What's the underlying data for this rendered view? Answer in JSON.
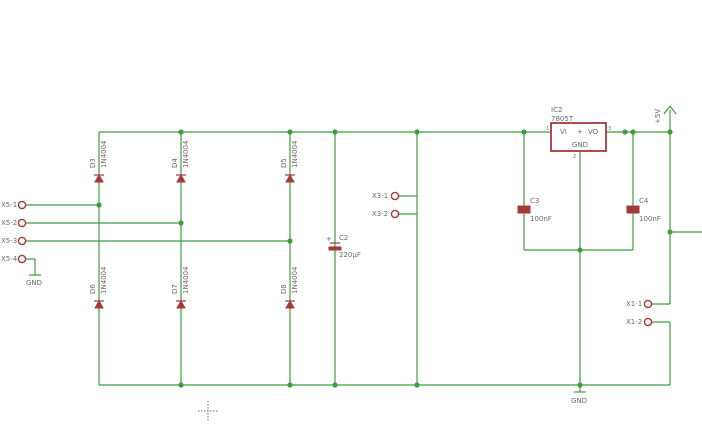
{
  "components": {
    "ic2": {
      "ref": "IC2",
      "value": "7805T",
      "pin_in": "VI",
      "pin_out": "VO",
      "pin_gnd": "GND",
      "pin_left": "1",
      "pin_right": "3",
      "pin_bottom": "2",
      "plus": "+"
    },
    "diodes": [
      {
        "ref": "D3",
        "value": "1N4004"
      },
      {
        "ref": "D4",
        "value": "1N4004"
      },
      {
        "ref": "D5",
        "value": "1N4004"
      },
      {
        "ref": "D6",
        "value": "1N4004"
      },
      {
        "ref": "D7",
        "value": "1N4004"
      },
      {
        "ref": "D8",
        "value": "1N4004"
      }
    ],
    "c2": {
      "ref": "C2",
      "value": "220µF",
      "plus": "+"
    },
    "c3": {
      "ref": "C3",
      "value": "100nF"
    },
    "c4": {
      "ref": "C4",
      "value": "100nF"
    }
  },
  "connectors": {
    "x5": [
      "X5-1",
      "X5-2",
      "X5-3",
      "X5-4"
    ],
    "x3": [
      "X3-1",
      "X3-2"
    ],
    "x1": [
      "X1-1",
      "X1-2"
    ]
  },
  "supply": {
    "vcc": "+5V",
    "gnd": "GND"
  }
}
